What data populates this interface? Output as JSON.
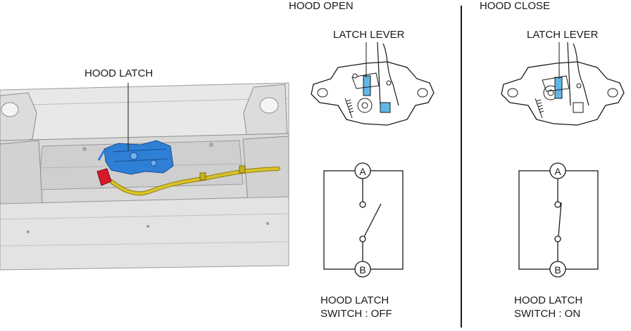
{
  "left_panel": {
    "callout_label": "HOOD LATCH"
  },
  "open_state": {
    "title": "HOOD OPEN",
    "lever_label": "LATCH LEVER",
    "terminal_a": "A",
    "terminal_b": "B",
    "caption_line1": "HOOD LATCH",
    "caption_line2": "SWITCH : OFF",
    "switch_closed": false
  },
  "closed_state": {
    "title": "HOOD CLOSE",
    "lever_label": "LATCH LEVER",
    "terminal_a": "A",
    "terminal_b": "B",
    "caption_line1": "HOOD LATCH",
    "caption_line2": "SWITCH : ON",
    "switch_closed": true
  },
  "colors": {
    "latch_highlight": "#2f7fd6",
    "connector": "#d6192b",
    "harness": "#d8c22a",
    "lever_highlight": "#5fb7e8",
    "line": "#1a1a1a",
    "body_panel": "#e4e4e4"
  }
}
